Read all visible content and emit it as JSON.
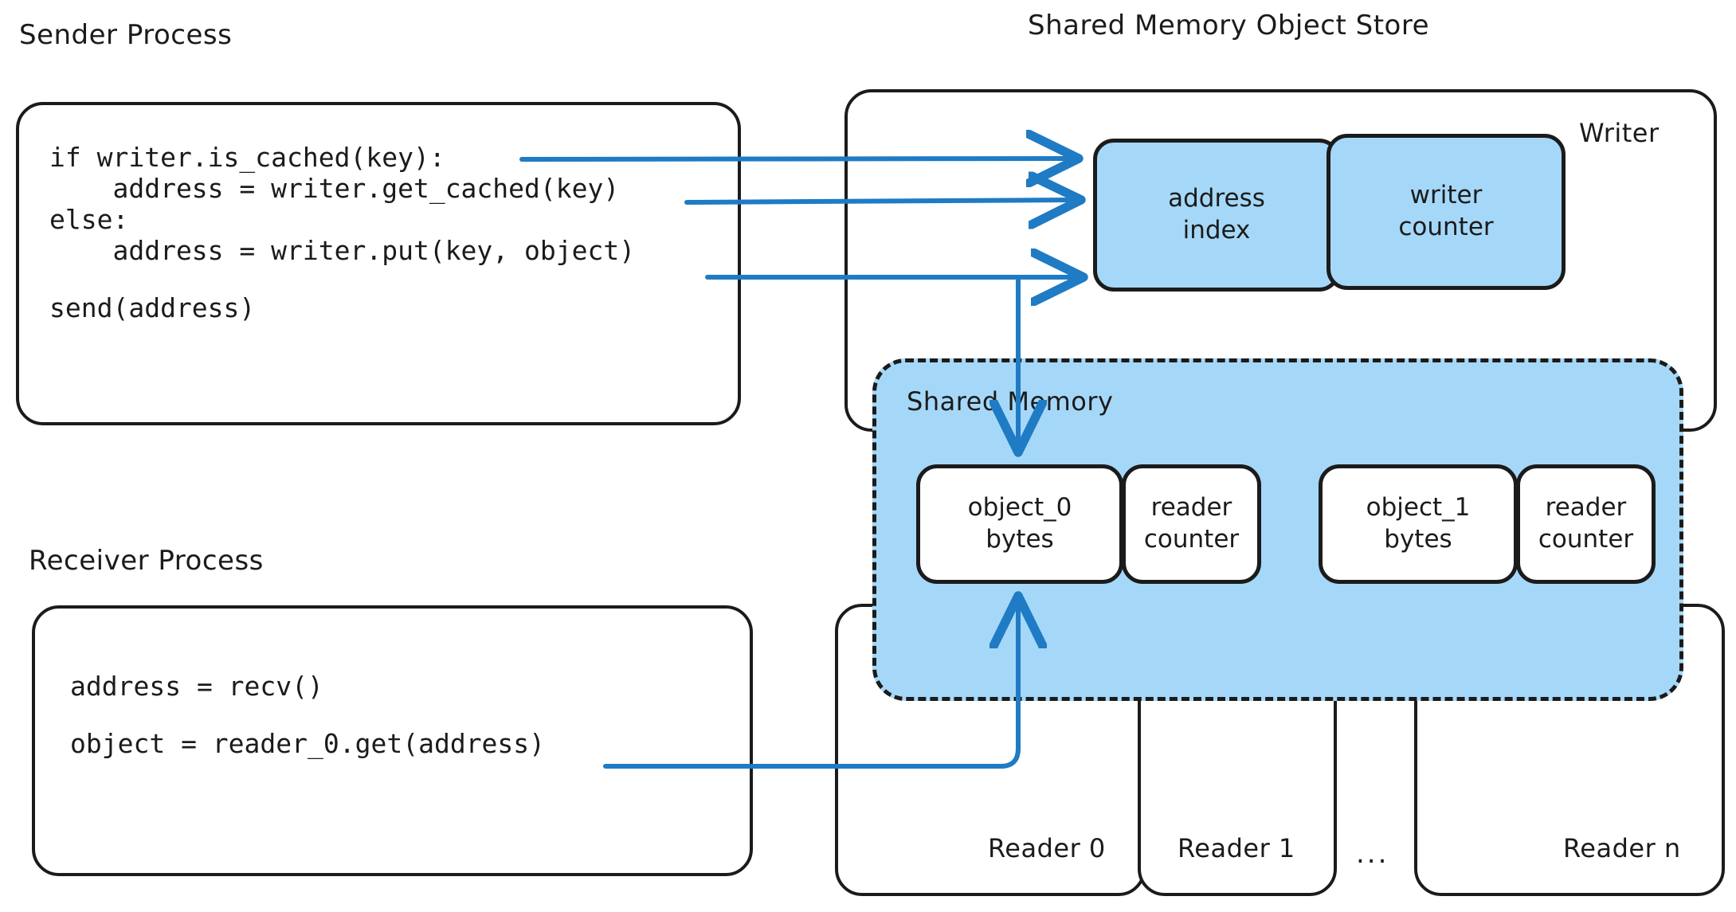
{
  "headings": {
    "sender": "Sender Process",
    "receiver": "Receiver Process",
    "store": "Shared Memory Object Store"
  },
  "sender_code": {
    "line1": "if writer.is_cached(key):",
    "line2": "    address = writer.get_cached(key)",
    "line3": "else:",
    "line4": "    address = writer.put(key, object)",
    "line5": "send(address)"
  },
  "receiver_code": {
    "line1": "address = recv()",
    "line2": "object = reader_0.get(address)"
  },
  "writer": {
    "label": "Writer",
    "address_index": "address\nindex",
    "writer_counter": "writer\ncounter"
  },
  "shared_memory": {
    "label": "Shared Memory",
    "slots": [
      {
        "object": "object_0\nbytes",
        "counter": "reader\ncounter"
      },
      {
        "object": "object_1\nbytes",
        "counter": "reader\ncounter"
      }
    ]
  },
  "readers": {
    "items": [
      {
        "label": "Reader 0"
      },
      {
        "label": "Reader 1"
      },
      {
        "label": "Reader n"
      }
    ],
    "ellipsis": "..."
  },
  "colors": {
    "stroke": "#1b1b1b",
    "arrow": "#1f7bc4",
    "blue_fill": "#a5d8f8",
    "background": "#ffffff"
  }
}
